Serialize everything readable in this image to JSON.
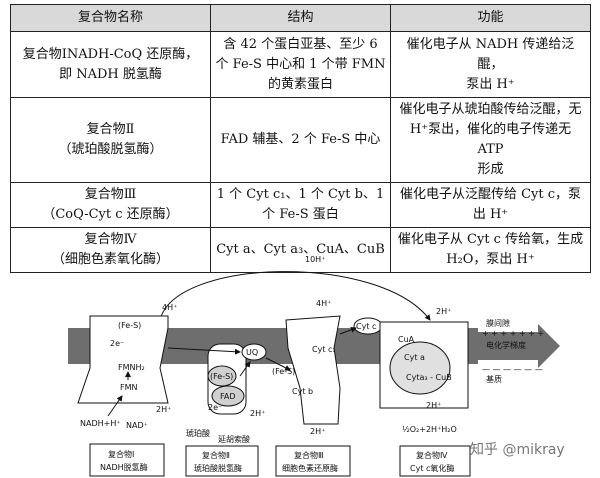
{
  "table": {
    "headers": [
      "复合物名称",
      "结构",
      "功能"
    ],
    "rows": [
      {
        "name": "复合物ⅠNADH-CoQ 还原酶，\n即 NADH 脱氢酶",
        "structure": "含 42 个蛋白亚基、至少 6\n个 Fe-S 中心和 1 个带 FMN\n的黄素蛋白",
        "function": "催化电子从 NADH 传递给泛醌，\n泵出 H⁺"
      },
      {
        "name": "复合物Ⅱ\n（琥珀酸脱氢酶）",
        "structure": "FAD 辅基、2 个 Fe-S 中心",
        "function": "催化电子从琥珀酸传给泛醌，无\nH⁺泵出，催化的电子传递无 ATP\n形成"
      },
      {
        "name": "复合物Ⅲ\n（CoQ-Cyt c 还原酶）",
        "structure": "1 个 Cyt c₁、1 个 Cyt b、1\n个 Fe-S 蛋白",
        "function": "催化电子从泛醌传给 Cyt c，泵\n出 H⁺"
      },
      {
        "name": "复合物Ⅳ\n（细胞色素氧化酶）",
        "structure": "Cyt a、Cyt a₃、CuA、CuB",
        "function": "催化电子从 Cyt c 传给氧，生成\nH₂O，泵出 H⁺"
      }
    ]
  },
  "diagram": {
    "top_label": "10H⁺",
    "h4_left": "4H⁺",
    "h4_mid": "4H⁺",
    "h2_right": "2H⁺",
    "h2_c1_bottom": "2H⁺",
    "h2_c3_bottom": "2H⁺",
    "h2_c3_lower": "2H⁺",
    "h2_c4_inner": "2H⁺",
    "side_label_space": "膜间隙",
    "side_label_gradient": "电化学梯度",
    "side_label_matrix": "基质",
    "plus_signs": "+ + + + + + +",
    "minus_signs": "— — — — — —",
    "c1": {
      "fes": "(Fe-S)",
      "fmnh2": "FMNH₂",
      "fmn": "FMN",
      "nadh": "NADH+H⁺",
      "nad": "NAD⁺",
      "e": "2e⁻"
    },
    "c2": {
      "fes": "(Fe-S)",
      "fad": "FAD",
      "succinate": "琥珀酸",
      "fumarate": "延胡索酸",
      "e": "2e⁻"
    },
    "uq": "UQ",
    "c3": {
      "cytc1": "Cyt c₁",
      "fes": "(Fe-S)",
      "cytb": "Cyt b"
    },
    "cytc": "Cyt c",
    "c4": {
      "cua": "CuA",
      "cyta": "Cyt a",
      "cyta3cub": "Cyta₃ - CuB",
      "water": "½O₂+2H⁺H₂O"
    },
    "boxes": [
      {
        "line1": "复合物Ⅰ",
        "line2": "NADH脱氢酶"
      },
      {
        "line1": "复合物Ⅱ",
        "line2": "琥珀酸脱氢酶"
      },
      {
        "line1": "复合物Ⅲ",
        "line2": "细胞色素还原酶"
      },
      {
        "line1": "复合物Ⅳ",
        "line2": "Cyt c氧化酶"
      }
    ],
    "watermark": "知乎 @mikray"
  }
}
